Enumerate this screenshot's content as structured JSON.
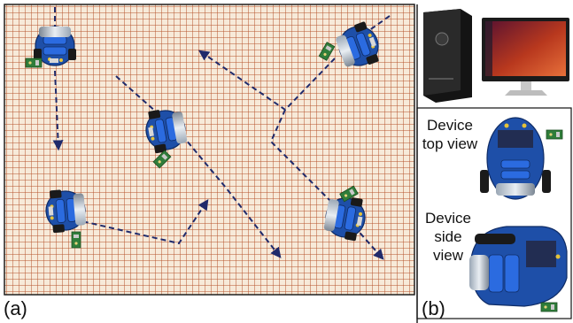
{
  "panel_a": {
    "label": "(a)"
  },
  "panel_b": {
    "label": "(b)",
    "captions": {
      "top_view": [
        "Device",
        "top view"
      ],
      "side_view": [
        "Device",
        "side",
        "view"
      ]
    }
  },
  "colors": {
    "grid_line": "#b5532b",
    "grid_background": "#f7ead9",
    "path": "#1f2a6b",
    "robot_body": "#1e4fa8",
    "sensor_board": "#2f7d3a",
    "tower": "#111111",
    "monitor_screen": "#d04a1c"
  },
  "icons": {
    "robot": "robot-icon",
    "sensor": "sensor-board-icon",
    "computer": "desktop-tower-icon",
    "monitor": "monitor-icon"
  }
}
